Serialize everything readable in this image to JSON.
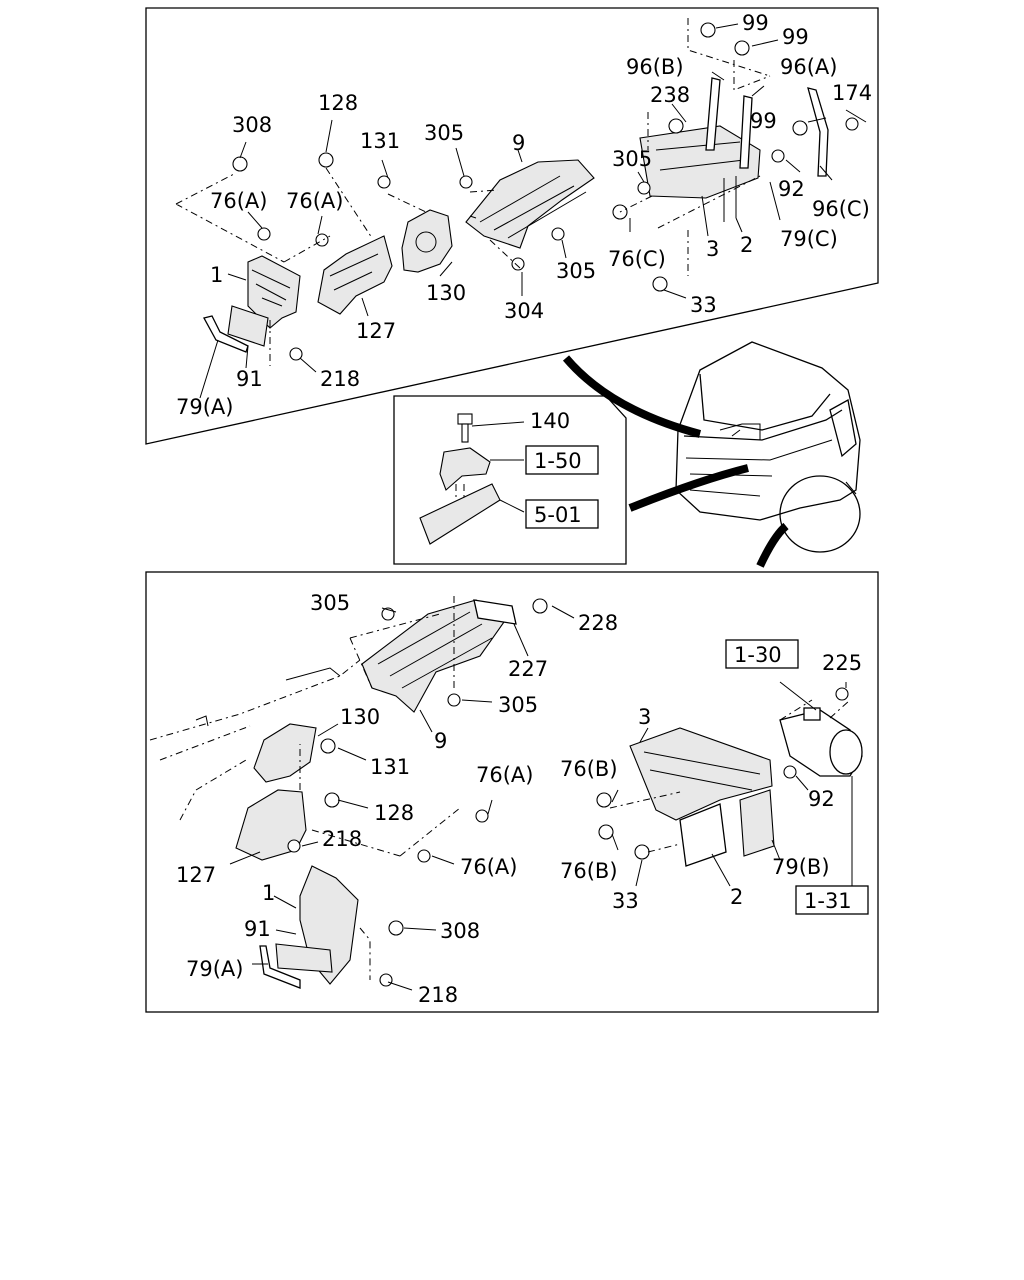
{
  "top_panel": {
    "labels": [
      "99",
      "99",
      "96(B)",
      "96(A)",
      "238",
      "174",
      "99",
      "128",
      "308",
      "131",
      "305",
      "9",
      "305",
      "92",
      "96(C)",
      "76(A)",
      "76(A)",
      "76(C)",
      "3",
      "2",
      "79(C)",
      "305",
      "1",
      "130",
      "304",
      "33",
      "127",
      "91",
      "218",
      "79(A)"
    ]
  },
  "inset": {
    "labels": [
      "140"
    ],
    "refs": [
      "1-50",
      "5-01"
    ]
  },
  "bottom_panel": {
    "labels": [
      "305",
      "228",
      "227",
      "305",
      "130",
      "9",
      "131",
      "225",
      "3",
      "76(B)",
      "92",
      "76(A)",
      "128",
      "218",
      "127",
      "76(A)",
      "79(B)",
      "76(B)",
      "1",
      "33",
      "2",
      "308",
      "91",
      "79(A)",
      "218"
    ],
    "refs": [
      "1-30",
      "1-31"
    ]
  }
}
